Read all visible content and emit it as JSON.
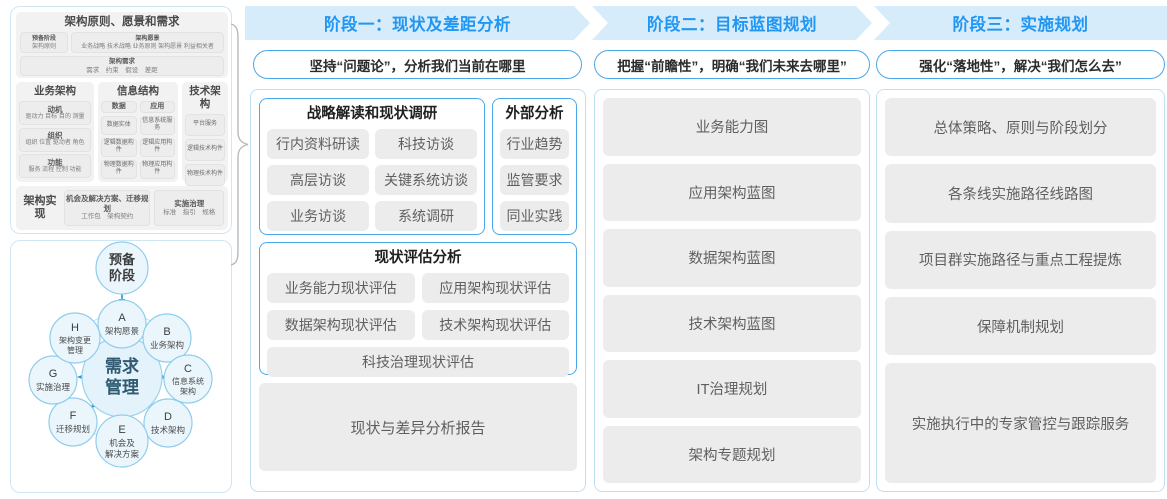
{
  "left_panel": {
    "togaf": {
      "principles_block": {
        "title": "架构原则、愿景和需求",
        "prep": {
          "title": "预备阶段",
          "sub": "架构原则"
        },
        "vision": {
          "title": "架构愿景",
          "sub": "业务战略 技术战略 业务原则 架构愿景 利益相关者"
        },
        "requirements": {
          "title": "架构需求",
          "sub": "需求　约束　假设　差距"
        }
      },
      "business_arch": {
        "title": "业务架构",
        "cells": [
          {
            "title": "动机",
            "sub": "驱动力 目标 目的 测量"
          },
          {
            "title": "组织",
            "sub": "组织 位置 驱动者 角色"
          },
          {
            "title": "功能",
            "sub": "服务 流程 控制 功能"
          }
        ]
      },
      "information_arch": {
        "title": "信息结构",
        "data_col": {
          "header": "数据",
          "cells": [
            "数据实体",
            "逻辑数据构件",
            "物理数据构件"
          ]
        },
        "app_col": {
          "header": "应用",
          "cells": [
            "信息系统服务",
            "逻辑应用构件",
            "物理应用构件"
          ]
        }
      },
      "technology_arch": {
        "title": "技术架构",
        "cells": [
          "平台服务",
          "逻辑技术构件",
          "物理技术构件"
        ]
      },
      "realization": {
        "label": "架构实现",
        "opportunity": {
          "title": "机会及解决方案、迁移规划",
          "sub": "工作包　架构契约"
        },
        "governance": {
          "title": "实施治理",
          "sub": "标准　指引　规格"
        }
      }
    },
    "adm": {
      "center": "需求\n管理",
      "center_line1": "需求",
      "center_line2": "管理",
      "prelim_line1": "预备",
      "prelim_line2": "阶段",
      "phases": [
        {
          "key": "A",
          "label": "架构愿景"
        },
        {
          "key": "B",
          "label": "业务架构"
        },
        {
          "key": "C",
          "label": "信息系统架构"
        },
        {
          "key": "D",
          "label": "技术架构"
        },
        {
          "key": "E",
          "label": "机会及解决方案"
        },
        {
          "key": "F",
          "label": "迁移规划"
        },
        {
          "key": "G",
          "label": "实施治理"
        },
        {
          "key": "H",
          "label": "架构变更管理"
        }
      ]
    }
  },
  "phases": [
    {
      "header": "阶段一：现状及差距分析",
      "subtitle": "坚持“问题论”，分析我们当前在哪里"
    },
    {
      "header": "阶段二：目标蓝图规划",
      "subtitle": "把握“前瞻性”，明确“我们未来去哪里”"
    },
    {
      "header": "阶段三：实施规划",
      "subtitle": "强化“落地性”，解决“我们怎么去”"
    }
  ],
  "phase1": {
    "strategy_card": {
      "title": "战略解读和现状调研",
      "items": [
        "行内资料研读",
        "科技访谈",
        "高层访谈",
        "关键系统访谈",
        "业务访谈",
        "系统调研"
      ]
    },
    "external_card": {
      "title": "外部分析",
      "items": [
        "行业趋势",
        "监管要求",
        "同业实践"
      ]
    },
    "assessment_card": {
      "title": "现状评估分析",
      "items": [
        "业务能力现状评估",
        "应用架构现状评估",
        "数据架构现状评估",
        "技术架构现状评估"
      ],
      "full_item": "科技治理现状评估"
    },
    "report": "现状与差异分析报告"
  },
  "phase2": {
    "items": [
      "业务能力图",
      "应用架构蓝图",
      "数据架构蓝图",
      "技术架构蓝图",
      "IT治理规划",
      "架构专题规划"
    ]
  },
  "phase3": {
    "items": [
      "总体策略、原则与阶段划分",
      "各条线实施路径线路图",
      "项目群实施路径与重点工程提炼",
      "保障机制规划",
      "实施执行中的专家管控与跟踪服务"
    ]
  },
  "colors": {
    "accent": "#2196f3",
    "chevron_fill": "#d6ecfa",
    "panel_border": "#bfe0f4",
    "card_border": "#4aa8e8",
    "tile_bg": "#ececec",
    "adm_node": "#e8f4fb",
    "adm_stroke": "#7fc4e8",
    "arrow": "#1b9ad6"
  }
}
